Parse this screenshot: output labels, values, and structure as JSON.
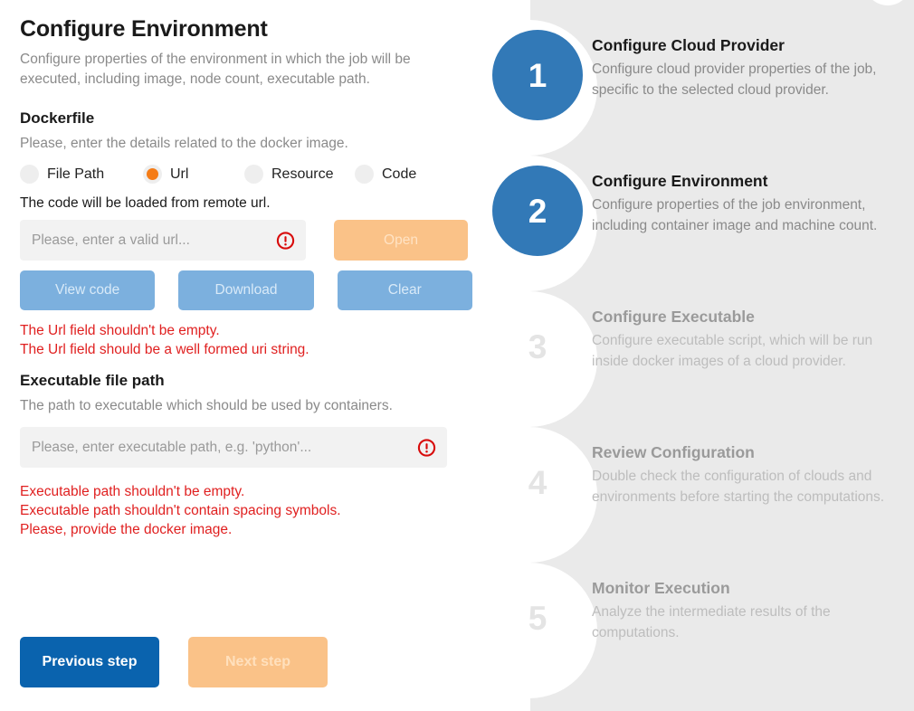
{
  "main": {
    "title": "Configure Environment",
    "subtitle": "Configure properties of the environment in which the job will be executed, including image, node count, executable path.",
    "dockerfile": {
      "heading": "Dockerfile",
      "description": "Please, enter the details related to the docker image.",
      "radios": [
        {
          "label": "File Path",
          "checked": false
        },
        {
          "label": "Url",
          "checked": true
        },
        {
          "label": "Resource",
          "checked": false
        },
        {
          "label": "Code",
          "checked": false
        }
      ],
      "hint": "The code will be loaded from remote url.",
      "url_input": {
        "value": "",
        "placeholder": "Please, enter a valid url..."
      },
      "open_button": "Open",
      "view_code_button": "View code",
      "download_button": "Download",
      "clear_button": "Clear",
      "errors": [
        "The Url field shouldn't be empty.",
        "The Url field should be a well formed uri string."
      ]
    },
    "executable": {
      "heading": "Executable file path",
      "description": "The path to executable which should be used by containers.",
      "input": {
        "value": "",
        "placeholder": "Please, enter executable path, e.g. 'python'..."
      },
      "errors": [
        "Executable path shouldn't be empty.",
        "Executable path shouldn't contain spacing symbols.",
        "Please, provide the docker image."
      ]
    },
    "nav": {
      "previous_label": "Previous step",
      "next_label": "Next step"
    }
  },
  "sidebar": {
    "steps": [
      {
        "number": "1",
        "title": "Configure Cloud Provider",
        "description": "Configure cloud provider properties of the job, specific to the selected cloud provider.",
        "state": "active"
      },
      {
        "number": "2",
        "title": "Configure Environment",
        "description": "Configure properties of the job environment, including container image and machine count.",
        "state": "active"
      },
      {
        "number": "3",
        "title": "Configure Executable",
        "description": "Configure executable script, which will be run inside docker images of a cloud provider.",
        "state": "inactive"
      },
      {
        "number": "4",
        "title": "Review Configuration",
        "description": "Double check the configuration of clouds and environments before starting the computations.",
        "state": "inactive"
      },
      {
        "number": "5",
        "title": "Monitor Execution",
        "description": "Analyze the intermediate results of the computations.",
        "state": "inactive"
      }
    ]
  },
  "colors": {
    "accent_blue": "#3279b7",
    "primary_blue": "#0a63ae",
    "accent_orange": "#f57c17",
    "disabled_orange": "#fac288",
    "disabled_blue": "#7cb0de",
    "error_red": "#e02020",
    "sidebar_bg": "#eaeaea"
  }
}
